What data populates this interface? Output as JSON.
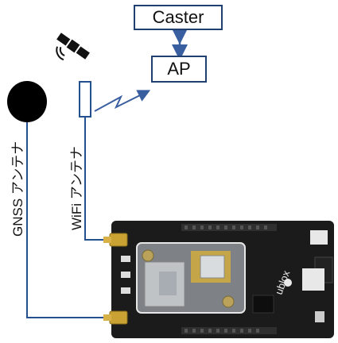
{
  "nodes": {
    "caster": "Caster",
    "ap": "AP"
  },
  "labels": {
    "gnss_antenna": "GNSS アンテナ",
    "wifi_antenna": "WiFi アンテナ"
  },
  "board": {
    "brand": "ublox"
  },
  "colors": {
    "box_border": "#1f3f6e",
    "arrow": "#3a5fa0",
    "line": "#24508f",
    "board": "#1b1b1b",
    "gold": "#c9a233"
  },
  "icons": [
    "satellite-icon",
    "gnss-antenna-icon",
    "wifi-antenna-icon",
    "wireless-link-icon"
  ]
}
